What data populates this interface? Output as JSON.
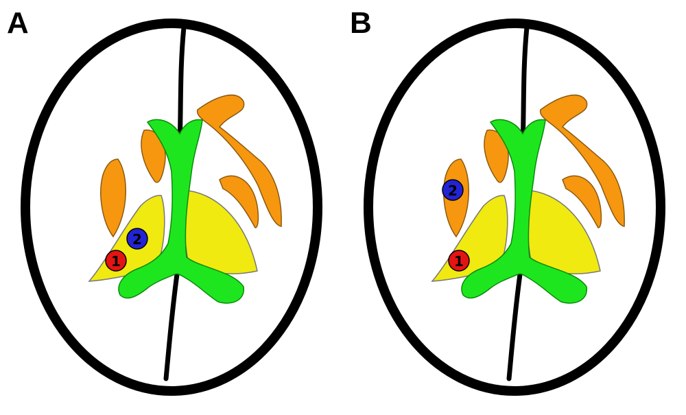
{
  "panels": [
    {
      "id": "A",
      "label": "A",
      "markers": [
        {
          "label": "1",
          "color": "#e41414",
          "location": "putamen"
        },
        {
          "label": "2",
          "color": "#2323d6",
          "location": "putamen"
        }
      ]
    },
    {
      "id": "B",
      "label": "B",
      "markers": [
        {
          "label": "1",
          "color": "#e41414",
          "location": "putamen"
        },
        {
          "label": "2",
          "color": "#2323d6",
          "location": "insular-cortex"
        }
      ]
    }
  ],
  "colors": {
    "outline": "#000000",
    "ventricles": "#1ee61e",
    "basal_ganglia": "#f0ea10",
    "cortex_white_matter": "#f7970f",
    "background": "#ffffff"
  }
}
